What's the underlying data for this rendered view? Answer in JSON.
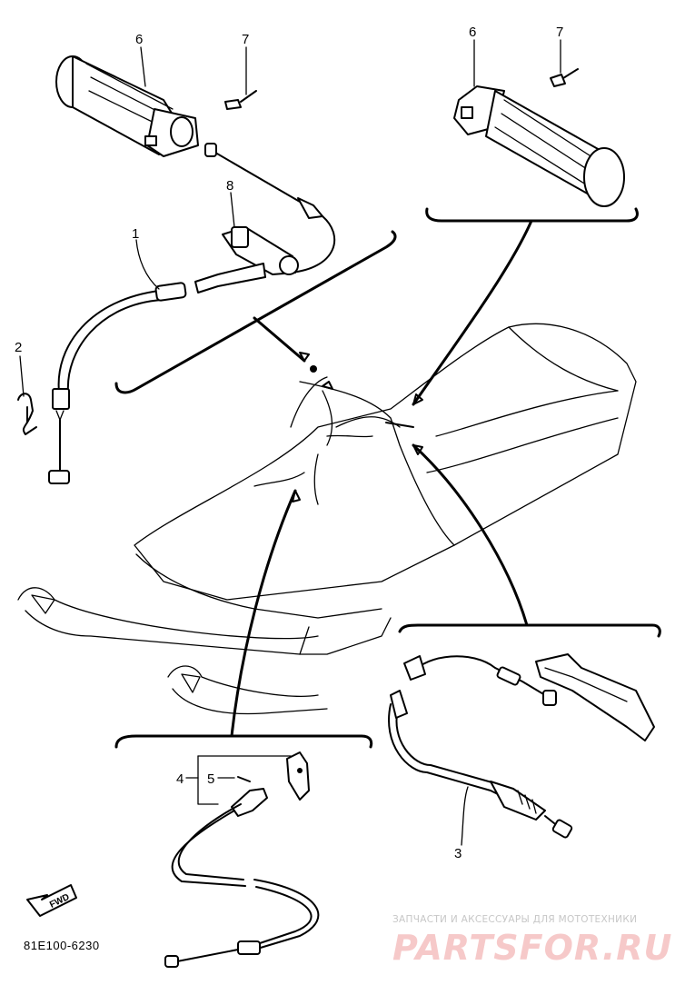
{
  "diagram": {
    "callouts": [
      {
        "id": "c6a",
        "text": "6"
      },
      {
        "id": "c7a",
        "text": "7"
      },
      {
        "id": "c6b",
        "text": "6"
      },
      {
        "id": "c7b",
        "text": "7"
      },
      {
        "id": "c8",
        "text": "8"
      },
      {
        "id": "c1",
        "text": "1"
      },
      {
        "id": "c2",
        "text": "2"
      },
      {
        "id": "c3",
        "text": "3"
      },
      {
        "id": "c4",
        "text": "4"
      },
      {
        "id": "c5",
        "text": "5"
      }
    ],
    "fwd_label": "FWD",
    "diagram_code": "81E100-6230"
  },
  "watermark": {
    "tagline": "ЗАПЧАСТИ И АКСЕССУАРЫ ДЛЯ МОТОТЕХНИКИ",
    "logo": "PARTSFOR.RU"
  }
}
